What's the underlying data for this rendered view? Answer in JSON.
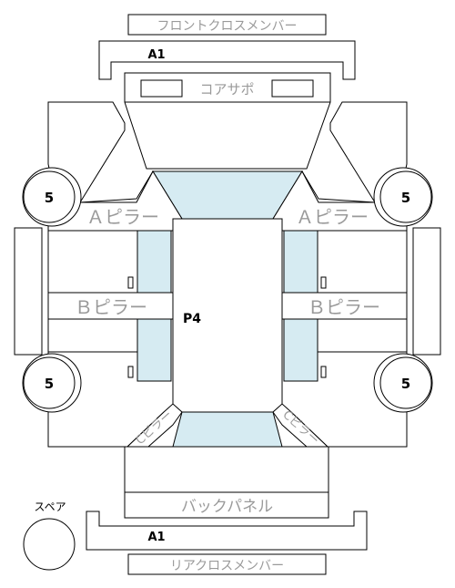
{
  "labels": {
    "front_cross_member": "フロントクロスメンバー",
    "front_a1": "A1",
    "core_support": "コアサポ",
    "a_pillar_left": "Ａピラー",
    "a_pillar_right": "Ａピラー",
    "b_pillar_left": "Ｂピラー",
    "b_pillar_right": "Ｂピラー",
    "center": "P4",
    "c_pillar_left": "Cピラー",
    "c_pillar_right": "Cピラー",
    "back_panel": "バックパネル",
    "spare": "スペア",
    "rear_a1": "A1",
    "rear_cross_member": "リアクロスメンバー"
  },
  "wheels": {
    "front_left": "5",
    "front_right": "5",
    "rear_left": "5",
    "rear_right": "5"
  },
  "colors": {
    "glass": "#d6ebf2",
    "line": "#000000",
    "label_grey": "#9a9a9a"
  }
}
